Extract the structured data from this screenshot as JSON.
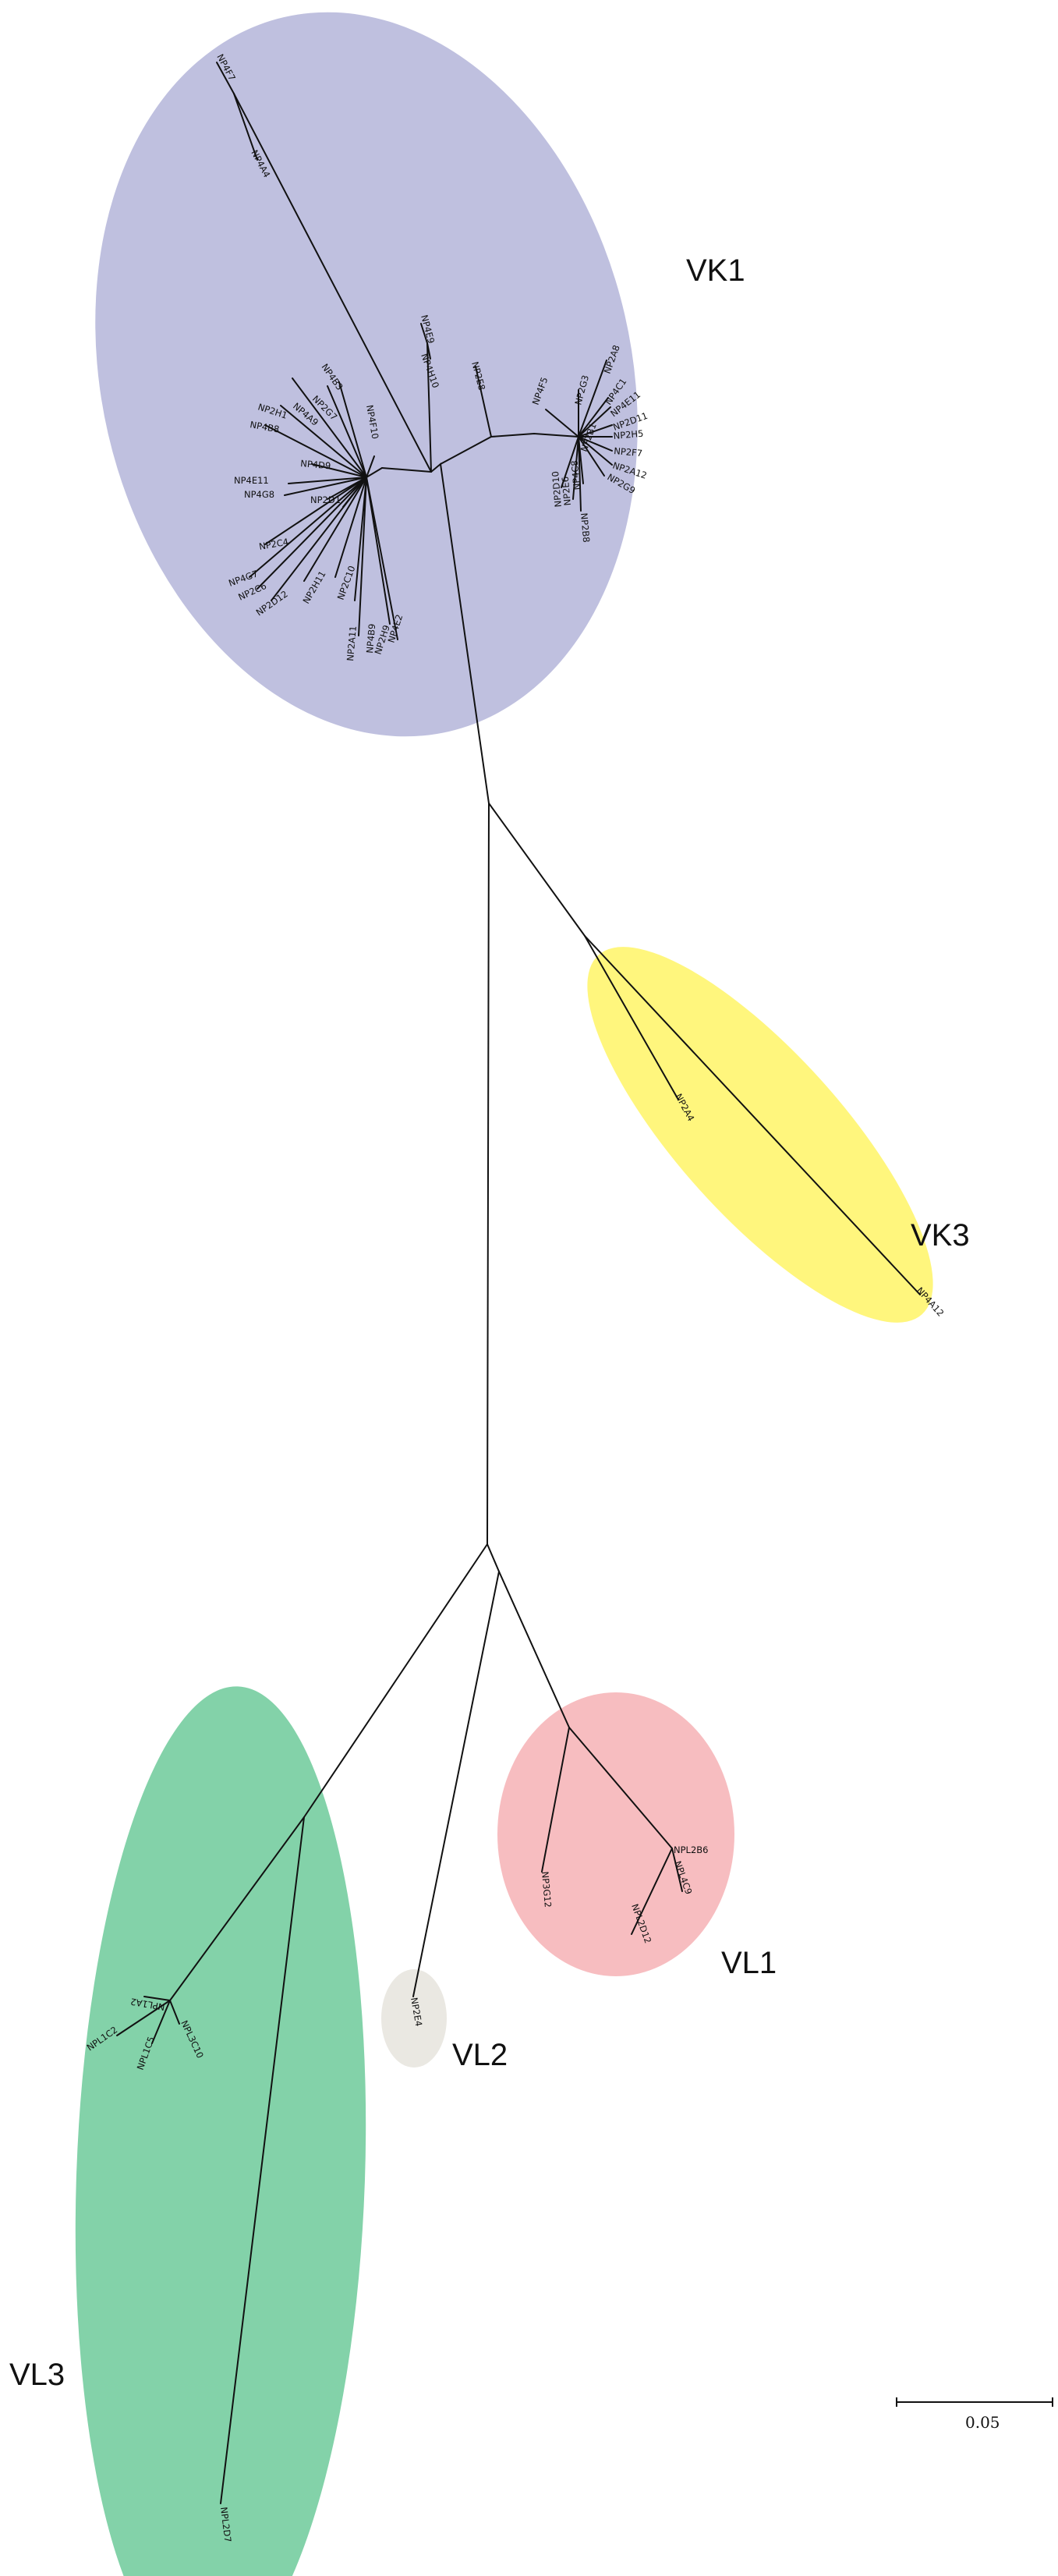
{
  "groups": [
    {
      "id": "VK1",
      "label": "VK1",
      "color": "#bfc0df"
    },
    {
      "id": "VK3",
      "label": "VK3",
      "color": "#fff67d"
    },
    {
      "id": "VL1",
      "label": "VL1",
      "color": "#f7bdc0"
    },
    {
      "id": "VL2",
      "label": "VL2",
      "color": "#eae8e2"
    },
    {
      "id": "VL3",
      "label": "VL3",
      "color": "#83d2a9"
    }
  ],
  "leaves": {
    "vk1": [
      "NP4F7",
      "NP4A4",
      "NP4E9",
      "NP4H10",
      "NP2E8",
      "NP4F10",
      "NP4B3",
      "NP2G7",
      "NP4A9",
      "NP2H1",
      "NP4B8",
      "NP4D9",
      "NP4E11",
      "NP4G8",
      "NP2D1",
      "NP2C4",
      "NP4G7",
      "NP2C6",
      "NP2D12",
      "NP2H11",
      "NP2C10",
      "NP2A11",
      "NP4B9",
      "NP2H9",
      "NP4E2",
      "NP4F5",
      "NP2G3",
      "NP2A8",
      "NP4C1",
      "NP4E11",
      "NP2D11",
      "NP2H5",
      "NP2F7",
      "NP2A12",
      "NP2G9",
      "NP2B1",
      "NP2E6",
      "NP2D10",
      "NP4C8",
      "NP2B8"
    ],
    "vk3": [
      "NP2A4",
      "NP4A12"
    ],
    "vl1": [
      "NPL2B6",
      "NPL4C9",
      "NPL2D12",
      "NP3G12"
    ],
    "vl2": [
      "NP2E4"
    ],
    "vl3": [
      "NPL1A2",
      "NPL1C2",
      "NPL1C5",
      "NPL3C10",
      "NPL2D7"
    ]
  },
  "scale_bar": {
    "label": "0.05"
  }
}
